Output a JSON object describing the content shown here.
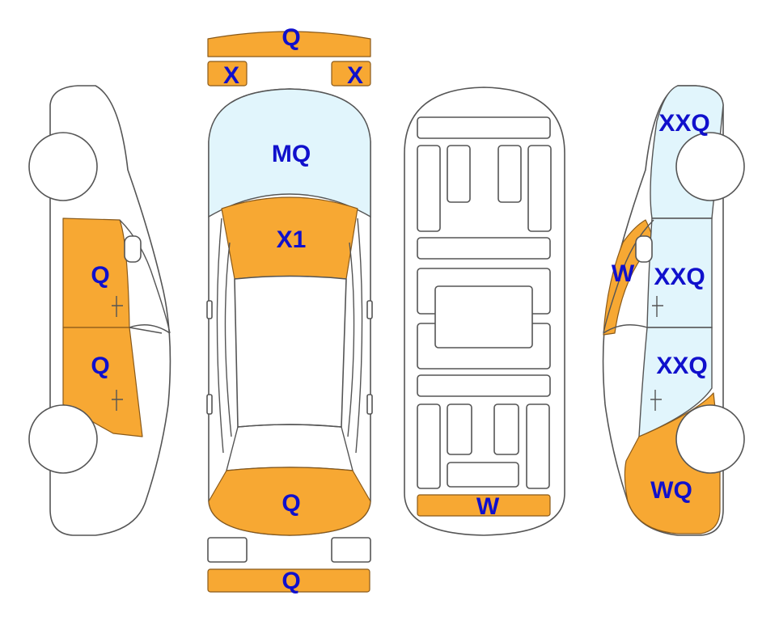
{
  "colors": {
    "damage": "#F7A833",
    "glass": "#E1F5FC",
    "label": "#1010CC",
    "outline": "#555555"
  },
  "labels": {
    "front_bumper": "Q",
    "front_left_light": "X",
    "front_right_light": "X",
    "hood": "MQ",
    "windshield": "X1",
    "trunk": "Q",
    "rear_bumper": "Q",
    "left_front_door": "Q",
    "left_rear_door": "Q",
    "underbody_rear": "W",
    "right_a_pillar": "W",
    "right_front_fender": "XXQ",
    "right_front_door": "XXQ",
    "right_rear_door": "XXQ",
    "right_rear_quarter": "WQ"
  }
}
